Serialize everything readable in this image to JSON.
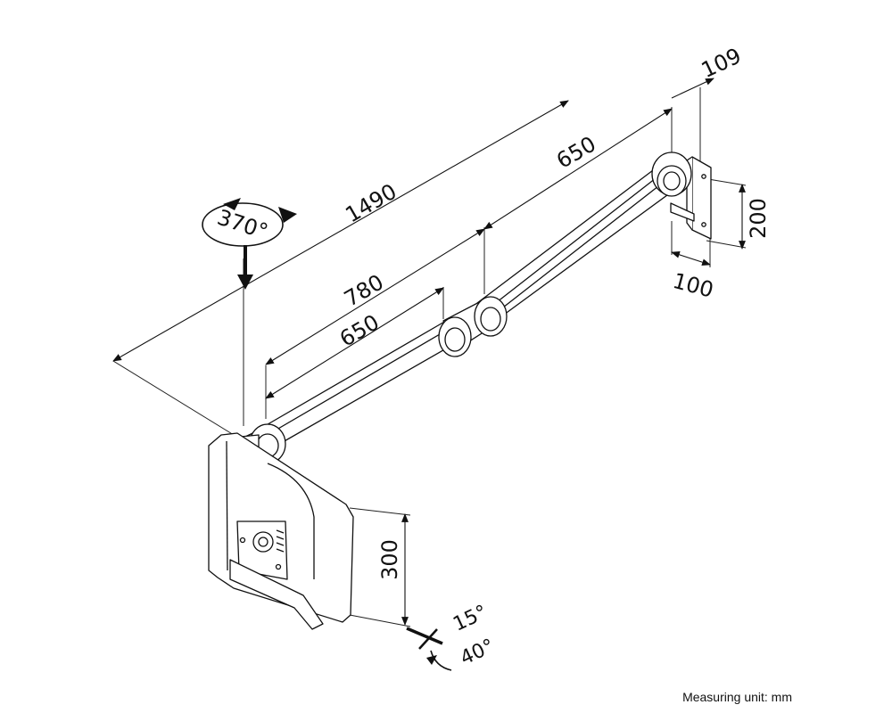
{
  "dimensions": {
    "total_reach": "1490",
    "upper_arm_top": "650",
    "mid_reach": "780",
    "lower_arm": "650",
    "wall_plate_depth": "109",
    "wall_plate_height": "200",
    "wall_plate_width": "100",
    "height_adjust": "300",
    "rotation": "370°",
    "tilt_up": "15°",
    "tilt_down": "40°"
  },
  "footer": {
    "unit_note": "Measuring unit: mm"
  }
}
